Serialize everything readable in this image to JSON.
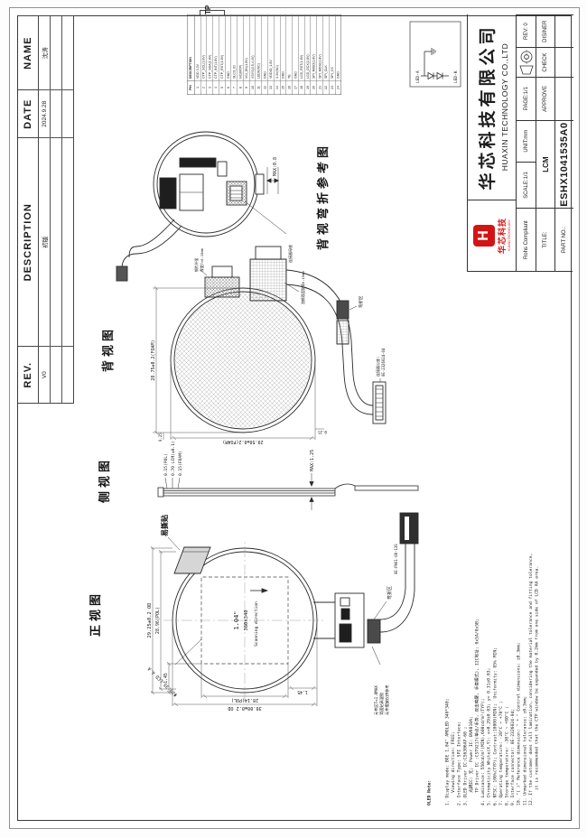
{
  "rev_table": {
    "headers": [
      "REV.",
      "DESCRIPTION",
      "DATE",
      "NAME"
    ],
    "rows": [
      [
        "V0",
        "初版",
        "2024.9.28",
        "沈涛"
      ],
      [
        "",
        "",
        "",
        ""
      ],
      [
        "",
        "",
        "",
        ""
      ]
    ]
  },
  "pin_table": {
    "col_pin": "PIN",
    "col_desc": "DESCRIPTION",
    "tp_label": "TP",
    "pins": [
      {
        "pin": "1",
        "desc": "VDD 3.3V"
      },
      {
        "pin": "2",
        "desc": "CTP_SCL(1.8V)"
      },
      {
        "pin": "3",
        "desc": "CTP_SDA(1.8V)"
      },
      {
        "pin": "4",
        "desc": "CTP_INT(1.8V)"
      },
      {
        "pin": "5",
        "desc": "CTP_RST(1.8V)"
      },
      {
        "pin": "6",
        "desc": "GND"
      },
      {
        "pin": "7",
        "desc": "SLCS_ID"
      },
      {
        "pin": "8",
        "desc": "NC(MTP)"
      },
      {
        "pin": "9",
        "desc": "VCI_EN(1.8V)"
      },
      {
        "pin": "10",
        "desc": "VSYS(3.5-4.4V)"
      },
      {
        "pin": "11",
        "desc": "LEDK(NC)"
      },
      {
        "pin": "12",
        "desc": "GND"
      },
      {
        "pin": "13",
        "desc": "VDDIO_1.8V"
      },
      {
        "pin": "14",
        "desc": "3.3V(NC)"
      },
      {
        "pin": "15",
        "desc": "GND"
      },
      {
        "pin": "16",
        "desc": "TE"
      },
      {
        "pin": "17",
        "desc": "GND"
      },
      {
        "pin": "18",
        "desc": "LCD_RST(1.8V)"
      },
      {
        "pin": "19",
        "desc": "LCD_DCX(1.8V)"
      },
      {
        "pin": "20",
        "desc": "SPI_MISO(1.8V)"
      },
      {
        "pin": "21",
        "desc": "SPI_MOSI(1.8V)"
      },
      {
        "pin": "22",
        "desc": "SPI_CLK"
      },
      {
        "pin": "23",
        "desc": "SPI_CS"
      },
      {
        "pin": "24",
        "desc": "GND"
      }
    ]
  },
  "led_circuit": {
    "anode": "LED-A",
    "cathode": "LED-K"
  },
  "title_block": {
    "logo_mark": "H",
    "logo_cn": "华芯科技",
    "logo_sub": "HUAXIN TECHNOLOGY",
    "company_cn": "华芯科技有限公司",
    "company_en": "HUAXIN TECHNOLOGY CO.,LTD",
    "rohs": "Rohs Compliant",
    "scale": "SCALE:1/1",
    "unit": "UNIT:mm",
    "page": "PAGE:1/1",
    "rev": "REV: 0",
    "title_label": "TITLE:",
    "title_value": "LCM",
    "approve": "APPROVE",
    "check": "CHECK",
    "designer": "DISINER",
    "part_label": "PART NO.:",
    "part_value": "ESHX1041535A0"
  },
  "views": {
    "front": {
      "label": "正视图",
      "aa_size": "1.04\"",
      "aa_res": "360x340",
      "scan": "Scanning direction",
      "tab": "易撕贴",
      "diag": "Φ29.35 LCD A.A",
      "dims_top": [
        "29.25±0.2 OD",
        "28.96(POL)",
        "1.45"
      ],
      "dims_left": [
        "30.00±0.2 OD",
        "28.14(POL)",
        "1.45"
      ],
      "note1": "元件区T=1.0MAX",
      "note2": "背面贴高温胶",
      "note3": "元件摆放仅供参考",
      "bend": "弯折区",
      "conn": "0E-PA01-08-13S"
    },
    "side": {
      "label": "侧视图",
      "dims": [
        "0.15(POL)",
        "0.70 LCM(±0.1)",
        "0.15(FOAM)"
      ],
      "max": "MAX:1.25"
    },
    "back": {
      "label": "背视图",
      "dim_top": "28.75±0.2(FOAM)",
      "dim_top_s": "0.25",
      "dim_left": "29.50±0.2(FOAM)",
      "dim_left_s": "0.25",
      "stiff1": "钢片补强",
      "stiff2": "厚度T=0.15mm",
      "foam": "泡棉双面胶厚0.15mm",
      "bend": "弯折区",
      "conn1": "连接器公座:",
      "conn2": "0E-2326024-04"
    },
    "bend": {
      "label": "背视弯折参考图",
      "max": "MAX:0.8",
      "conn": "连接器母座"
    }
  },
  "notes": {
    "title": "OLED Note:",
    "lines": [
      "1. Display mode: BOE 1.04\" AMOLED 340*340;",
      "     Viewing direction: FREE;",
      "2. Interface Type: SPI Interface;",
      "3. OLED Driver IC:CS6306AP-60 ;",
      "     光耦IC: 无;  Power IC: BV6810A;",
      "     TP Driver IC :CST9217(单点/手势, 双击唤醒, 手套模式), I2C地址: 0x5A/0x5B;",
      "4. Luminance: 550cd/m²(MIN),600cd/m²(TYP);",
      "5. Chromaticity White(X,Y): x=0.29±0.03; y= 0.31±0.03;",
      "6. NTSC: 100%(TYP); Contrast:10000(MIN);  Uniformity: 85% MIN;",
      "7. Operating temperature: -20°C ~ +70°C ;",
      "8. Storage temperature: -30°C ~ +80°C ;",
      "9. Interface connector: 0E-2326024-04;",
      "10. \"( )\" Reference dimension: \" * \" Control dimensions: ±0.3mm;",
      "11. Unmarked dimensional tolerance: ±0.3mm;",
      "12. If the customer does full lamination, considering the material tolerance and fitting tolerance,",
      "      it is recommended that the CTP window be expanded by 0.2mm from one side of LCD AA area."
    ]
  }
}
